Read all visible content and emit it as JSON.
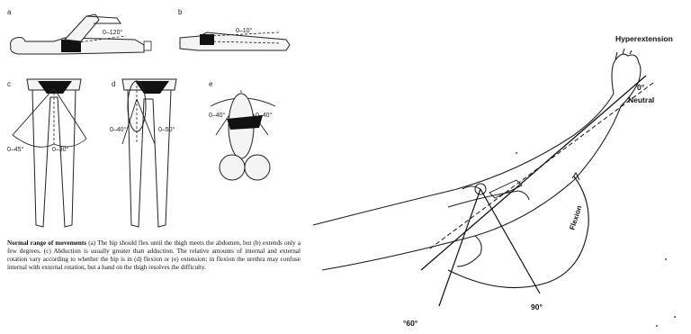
{
  "left_figure": {
    "panels": {
      "a": {
        "letter": "a",
        "angle": "0–120°"
      },
      "b": {
        "letter": "b",
        "angle": "0–10°"
      },
      "c": {
        "letter": "c",
        "left_angle": "0–45°",
        "right_angle": "0–30°"
      },
      "d": {
        "letter": "d",
        "left_angle": "0–40°",
        "right_angle": "0–50°"
      },
      "e": {
        "letter": "e",
        "left_angle": "0–40°",
        "right_angle": "0–40°"
      }
    },
    "caption": {
      "lead": "Normal range of movements",
      "body": "(a) The hip should flex until the thigh meets the abdomen, but (b) extends only a few degrees. (c) Abduction is usually greater than adduction. The relative amounts of internal and external rotation vary according to whether the hip is in (d) flexion or (e) extension; in flexion the urethra may confuse internal with external rotation, but a hand on the thigh resolves the difficulty."
    }
  },
  "right_figure": {
    "labels": {
      "hyperextension": "Hyperextension",
      "zero": "0°",
      "neutral": "Neutral",
      "flexion": "Flexion",
      "ninety": "90°",
      "sixty": "°60°"
    }
  }
}
